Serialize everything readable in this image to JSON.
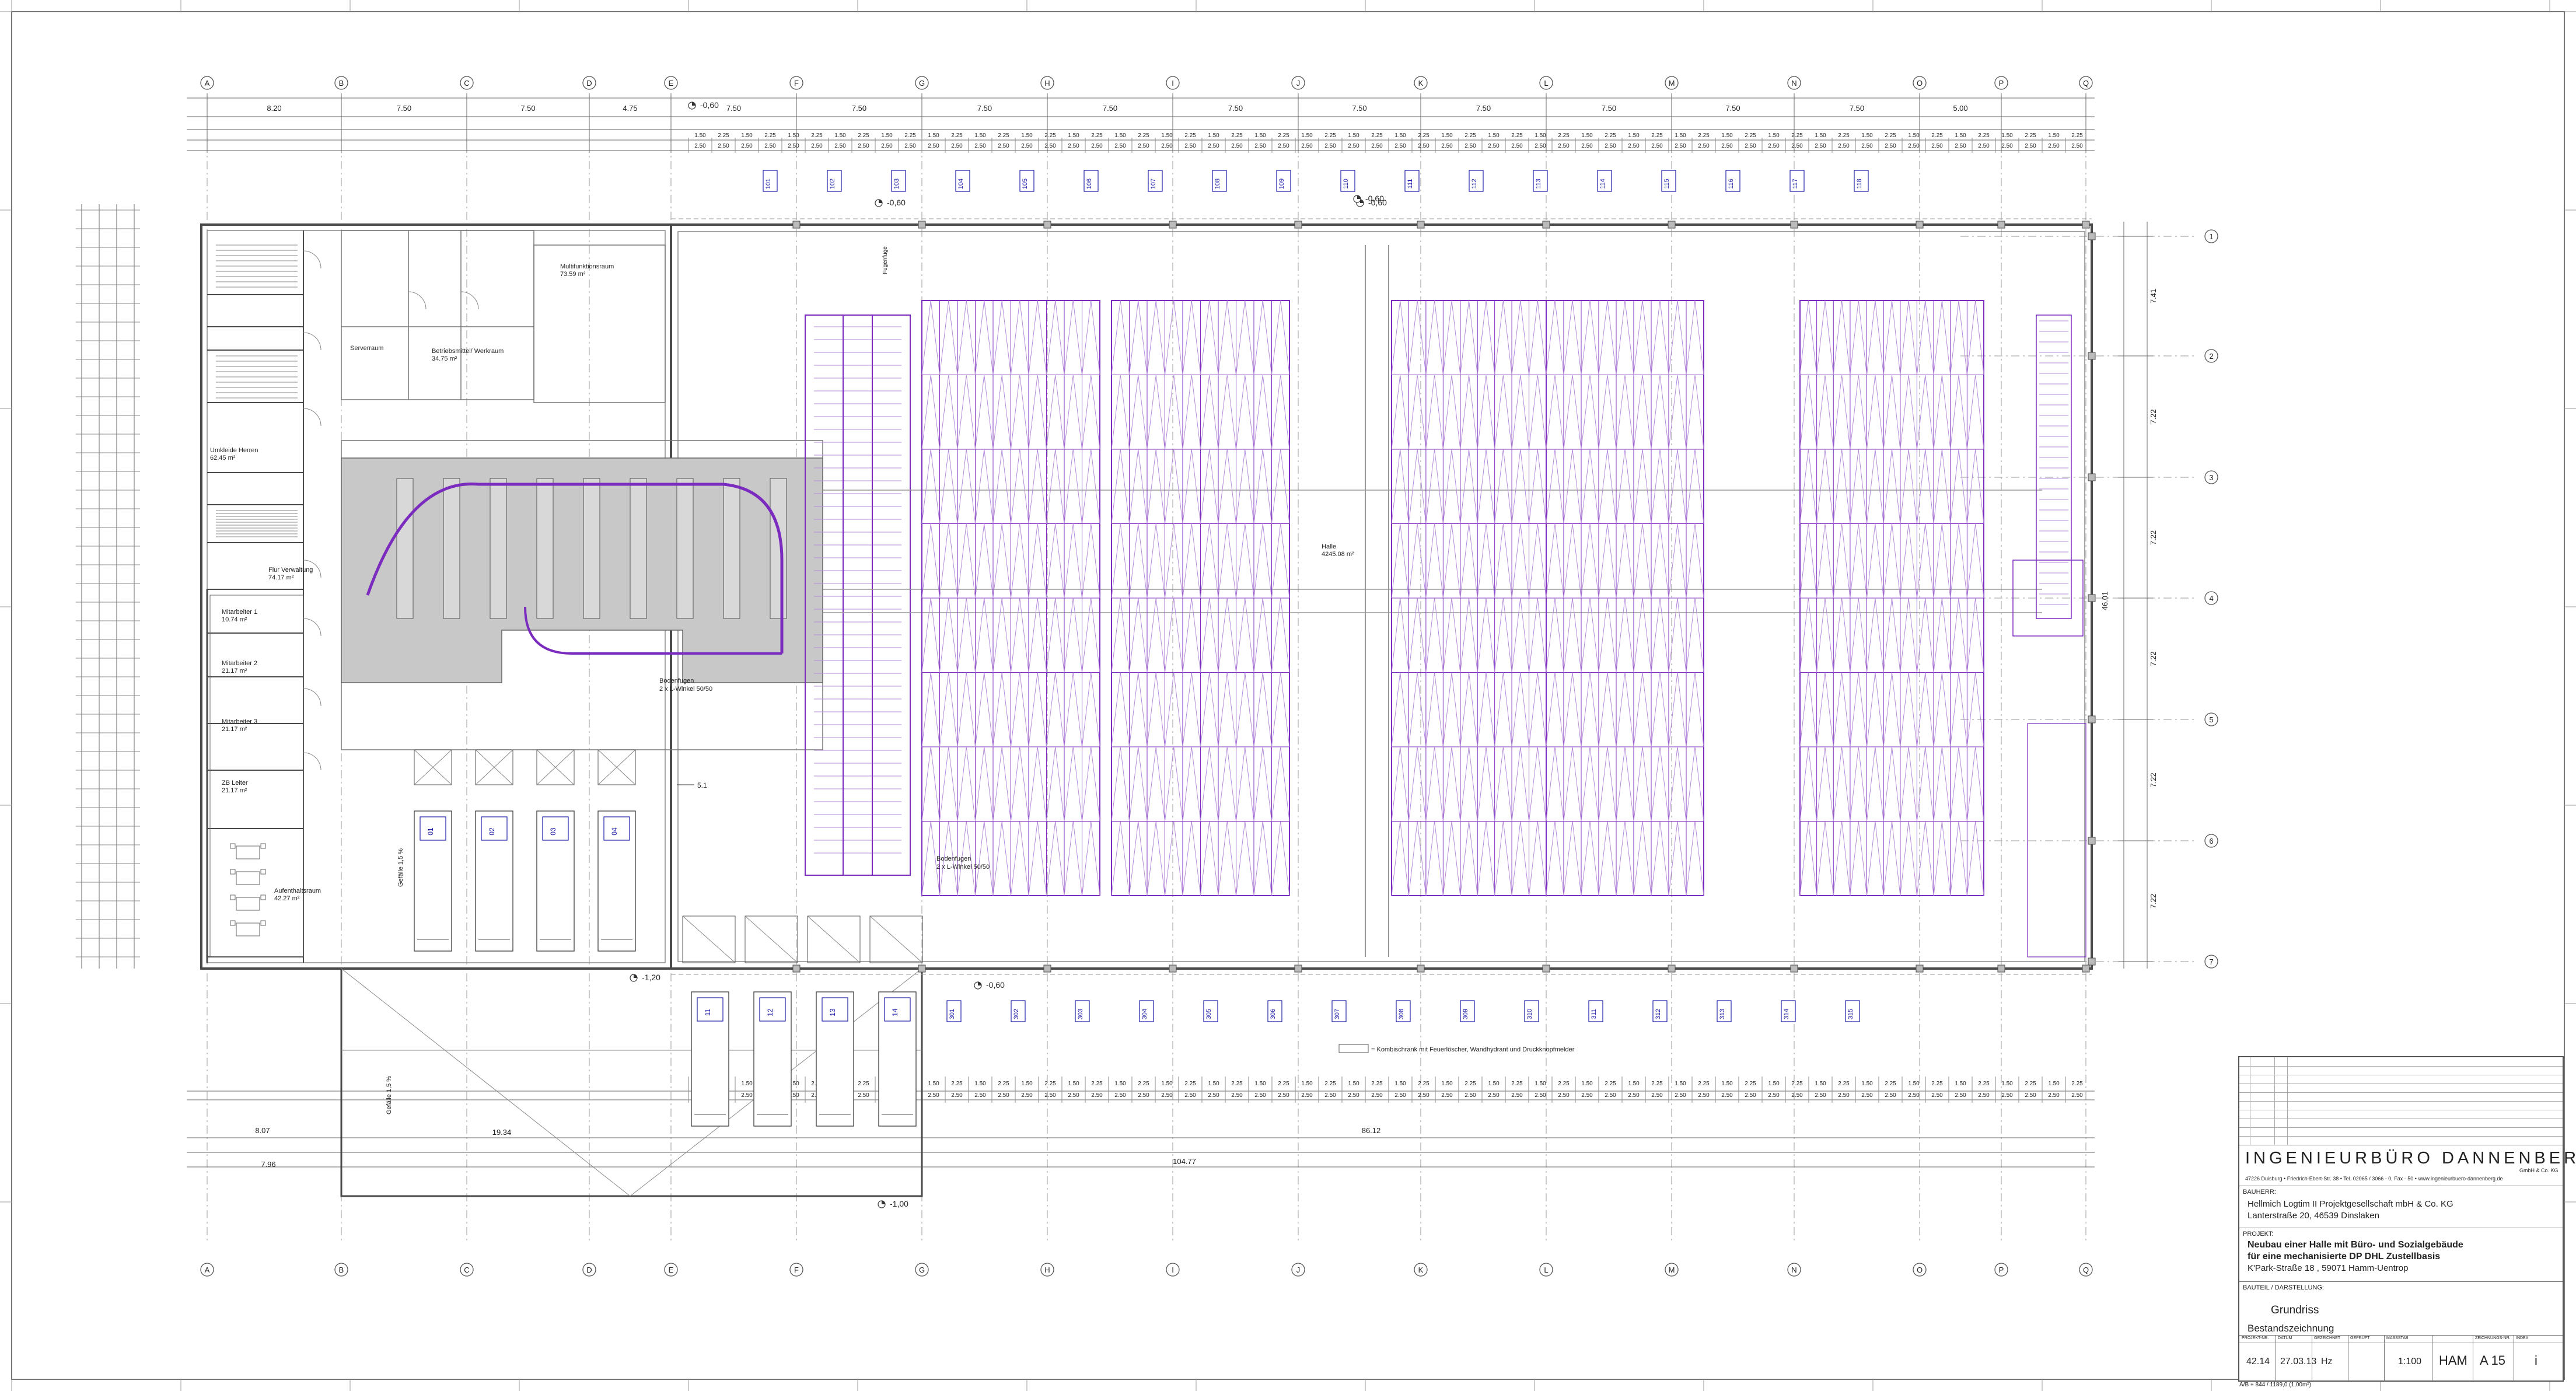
{
  "colors": {
    "line": "#4a4a4a",
    "light": "#8a8a8a",
    "rack": "#7b2cbf",
    "rackLight": "#b58ad9",
    "conveyor": "#c8c8c8",
    "label": "#1a1aa8"
  },
  "axes": {
    "letters": [
      "A",
      "B",
      "C",
      "D",
      "E",
      "F",
      "G",
      "H",
      "I",
      "J",
      "K",
      "L",
      "M",
      "N",
      "O",
      "P",
      "Q"
    ],
    "numbers": [
      "1",
      "2",
      "3",
      "4",
      "5",
      "6",
      "7"
    ]
  },
  "dimensions": {
    "top_spans": [
      "8.20",
      "7.50",
      "7.50",
      "4.75",
      "7.50",
      "7.50",
      "7.50",
      "7.50",
      "7.50",
      "7.50",
      "7.50",
      "7.50",
      "7.50",
      "7.50",
      "5.00"
    ],
    "right_spans": [
      "7.41",
      "7.22",
      "7.22",
      "7.22",
      "7.22",
      "7.22"
    ],
    "overall_width": "104.77",
    "total_height": "46.01",
    "bottom_left": "8.07",
    "bottom_mid": "19.34",
    "bottom_right": "86.12",
    "bottom_first": "7.96"
  },
  "rooms": [
    {
      "name": "Umkleide Herren",
      "area": "62.45 m²"
    },
    {
      "name": "Flur Verwaltung",
      "area": "74.17 m²"
    },
    {
      "name": "Mitarbeiter 1",
      "area": "10.74 m²"
    },
    {
      "name": "Mitarbeiter 2",
      "area": "21.17 m²"
    },
    {
      "name": "Mitarbeiter 3",
      "area": "21.17 m²"
    },
    {
      "name": "ZB Leiter",
      "area": "21.17 m²"
    },
    {
      "name": "Aufenthaltsraum",
      "area": "42.27 m²"
    },
    {
      "name": "Multifunktionsraum",
      "area": "73.59 m²"
    },
    {
      "name": "Betriebsmittel/ Werkraum",
      "area": "34.75 m²"
    },
    {
      "name": "Serverraum",
      "area": ""
    },
    {
      "name": "Halle",
      "area": "4245.08 m²"
    }
  ],
  "labels": {
    "bodenfugen_1": "Bodenfugen",
    "bodenfugen_1b": "2 x L-Winkel 50/50",
    "bodenfugen_2": "Bodenfugen",
    "bodenfugen_2b": "2 x L-Winkel 50/50",
    "fugenlinie": "Fugenfuge",
    "legend_note": "= Kombischrank mit Feuerlöscher, Wandhydrant und Druckknopfmelder",
    "gefaelle_1": "Gefälle 1,5 %",
    "gefaelle_2": "Gefälle 1,5 %",
    "level_1": "-0,60",
    "level_2": "-0,60",
    "level_3": "-0,60",
    "level_4": "-0,60",
    "level_5": "-1,20",
    "level_6": "-1,00",
    "level_7": "-0,60",
    "section_5": "5.1"
  },
  "gates_top": [
    "101",
    "102",
    "103",
    "104",
    "105",
    "106",
    "107",
    "108",
    "109",
    "110",
    "111",
    "112",
    "113",
    "114",
    "115",
    "116",
    "117",
    "118"
  ],
  "gates_bottom": [
    "301",
    "302",
    "303",
    "304",
    "305",
    "306",
    "307",
    "308",
    "309",
    "310",
    "311",
    "312",
    "313",
    "314",
    "315"
  ],
  "docks_left": [
    "01",
    "02",
    "03",
    "04"
  ],
  "docks_bottom": [
    "11",
    "12",
    "13",
    "14"
  ],
  "title_block": {
    "company": "INGENIEURBÜRO DANNENBERG",
    "company_sub": "GmbH & Co. KG",
    "company_address": "47226 Duisburg  •  Friedrich-Ebert-Str. 38  •  Tel. 02065 / 3066 - 0, Fax - 50  •  www.ingenieurbuero-dannenberg.de",
    "bauherr_label": "BAUHERR:",
    "bauherr_1": "Hellmich Logtim II Projektgesellschaft mbH & Co. KG",
    "bauherr_2": "Lanterstraße 20, 46539 Dinslaken",
    "projekt_label": "PROJEKT:",
    "projekt_1": "Neubau einer Halle mit Büro- und Sozialgebäude",
    "projekt_2": "für eine mechanisierte DP DHL Zustellbasis",
    "projekt_3": "K'Park-Straße 18 , 59071 Hamm-Uentrop",
    "bauteil_label": "BAUTEIL / DARSTELLUNG:",
    "darstellung": "Grundriss",
    "bestand": "Bestandszeichnung",
    "proj_nr": "42.14",
    "datum": "27.03.13",
    "gez": "Hz",
    "massstab": "1:100",
    "ort": "HAM",
    "plan_nr": "A 15",
    "index": "i",
    "col_headers": [
      "PROJEKT-NR.",
      "DATUM",
      "GEZEICHNET",
      "GEPRÜFT",
      "MASSSTAB",
      "",
      "ZEICHNUNGS-NR.",
      "INDEX"
    ],
    "footer": "A/B + 844 / 1189,0 (1,00m²)"
  }
}
